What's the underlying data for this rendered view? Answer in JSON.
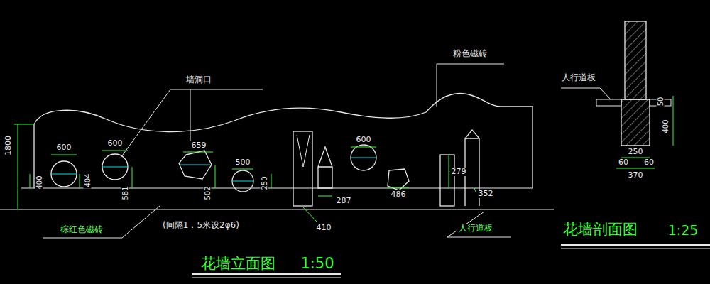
{
  "diagram": {
    "labels": [
      "1800",
      "600",
      "600",
      "墙洞口",
      "659",
      "500",
      "600",
      "粉色磁砖",
      "人行道板",
      "50",
      "400",
      "250",
      "60",
      "60",
      "370",
      "400",
      "404",
      "581",
      "502",
      "250",
      "287",
      "486",
      "279",
      "352",
      "410",
      "棕红色磁砖",
      "(间隔1．5米设2φ6)",
      "人行道板",
      "花墙立面图",
      "1:50",
      "花墙剖面图",
      "1:25"
    ]
  }
}
